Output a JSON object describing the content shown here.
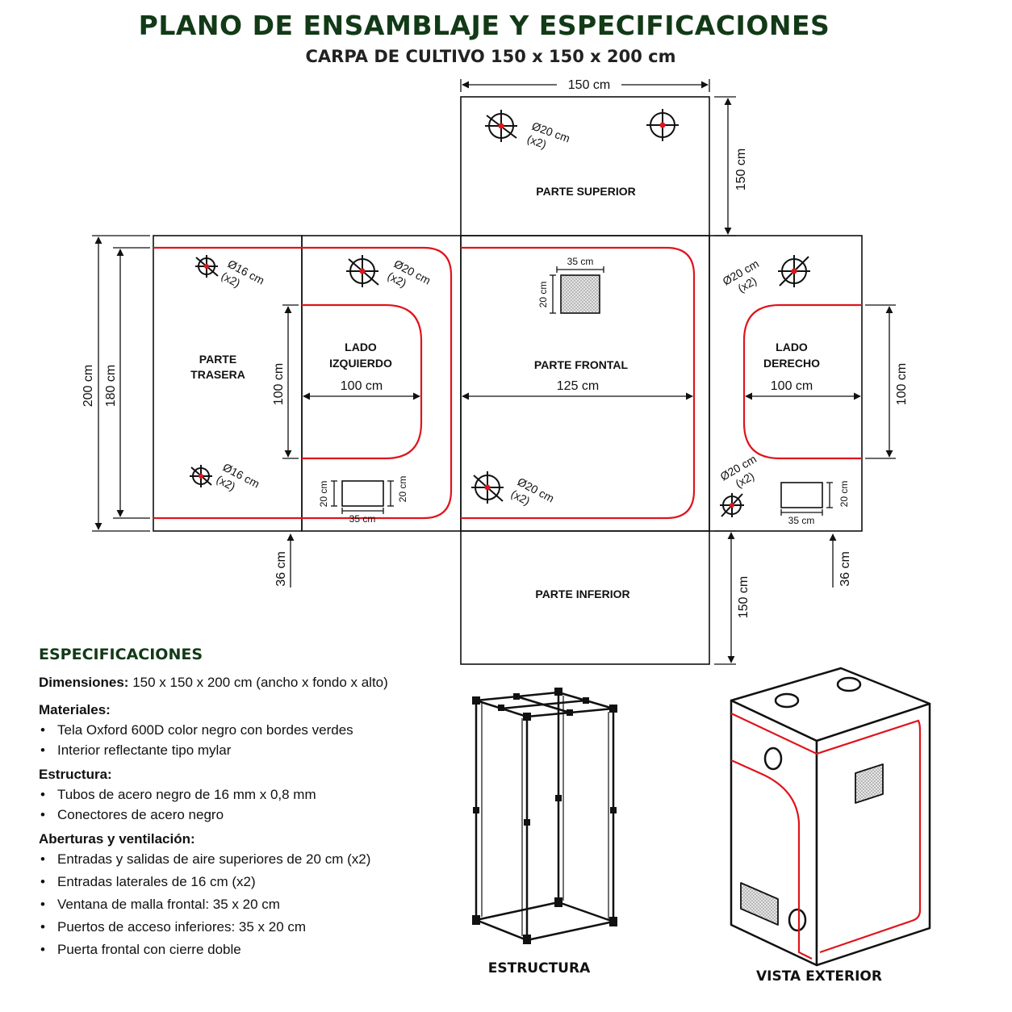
{
  "title": "PLANO DE ENSAMBLAJE Y ESPECIFICACIONES",
  "subtitle": "CARPA DE CULTIVO 150 x 150 x 200 cm",
  "colors": {
    "title_green": "#123a17",
    "zipper_red": "#e0141c",
    "outline": "#111111",
    "mesh": "#d6d6d6"
  },
  "panels": {
    "top": "PARTE SUPERIOR",
    "back": [
      "PARTE",
      "TRASERA"
    ],
    "left": [
      "LADO",
      "IZQUIERDO"
    ],
    "front": "PARTE FRONTAL",
    "right": [
      "LADO",
      "DERECHO"
    ],
    "bottom": "PARTE INFERIOR"
  },
  "dims": {
    "width_top": "150 cm",
    "top_depth": "150 cm",
    "bottom_depth": "150 cm",
    "height_total": "200 cm",
    "height_inner": "180 cm",
    "left_height": "100 cm",
    "left_width": "100 cm",
    "front_width": "125 cm",
    "right_width": "100 cm",
    "right_height": "100 cm",
    "skirt_left": "36 cm",
    "skirt_right": "36 cm",
    "window_w": "35 cm",
    "window_h": "20 cm",
    "port_w_left": "35 cm",
    "port_h_left_a": "20 cm",
    "port_h_left_b": "20 cm",
    "port_w_right": "35 cm",
    "port_h_right": "20 cm"
  },
  "vents": {
    "top": [
      "Ø20 cm",
      "(x2)"
    ],
    "back_upper": [
      "Ø16 cm",
      "(x2)"
    ],
    "back_lower": [
      "Ø16 cm",
      "(x2)"
    ],
    "left": [
      "Ø20 cm",
      "(x2)"
    ],
    "front": [
      "Ø20 cm",
      "(x2)"
    ],
    "right_upper": [
      "Ø20 cm",
      "(x2)"
    ],
    "right_lower": [
      "Ø20 cm",
      "(x2)"
    ]
  },
  "specs": {
    "heading": "ESPECIFICACIONES",
    "dimensions_label": "Dimensiones:",
    "dimensions_value": "150 x 150 x 200 cm (ancho x fondo x alto)",
    "materials_title": "Materiales:",
    "materials": [
      "Tela Oxford 600D color negro con bordes verdes",
      "Interior reflectante tipo mylar"
    ],
    "structure_title": "Estructura:",
    "structure": [
      "Tubos de acero negro de 16 mm x 0,8 mm",
      "Conectores de acero negro"
    ],
    "vent_title": "Aberturas y ventilación:",
    "vent_items": [
      "Entradas y salidas de aire superiores de 20 cm (x2)",
      "Entradas laterales de 16 cm (x2)",
      "Ventana de malla frontal: 35 x 20 cm",
      "Puertos de acceso inferiores: 35 x 20 cm",
      "Puerta frontal con cierre doble"
    ]
  },
  "captions": {
    "frame": "ESTRUCTURA",
    "exterior": "VISTA EXTERIOR"
  }
}
